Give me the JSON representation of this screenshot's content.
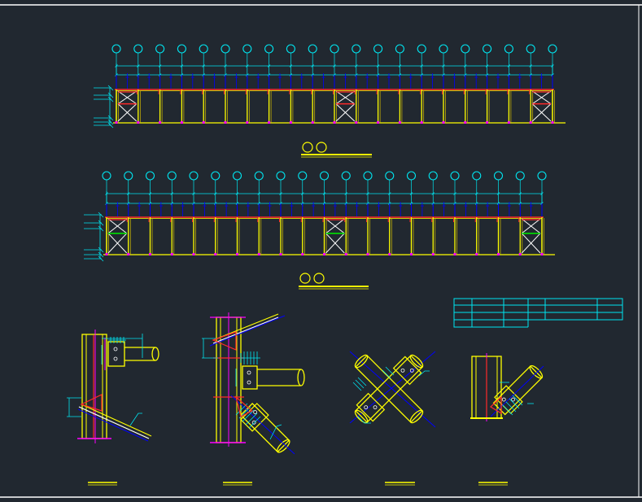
{
  "drawing": {
    "colors": {
      "background": "#212830",
      "border": "#ffffff",
      "axis_bubble": "#00e5f0",
      "dimension": "#00e5f0",
      "column": "#ffff00",
      "column_dark": "#d8c000",
      "beam": "#ff2a2a",
      "brace": "#ffffff",
      "purlin": "#0000ff",
      "tie": "#00e000",
      "magenta": "#ff00ff",
      "table": "#00e5f0",
      "title_line": "#ffff00"
    },
    "elevation_top": {
      "bay_count": 20,
      "braced_bays": [
        0,
        10,
        19
      ]
    },
    "elevation_bottom": {
      "bay_count": 20,
      "braced_bays": [
        0,
        10,
        19
      ]
    },
    "title_table": {
      "rows": 4,
      "columns": 6
    }
  }
}
